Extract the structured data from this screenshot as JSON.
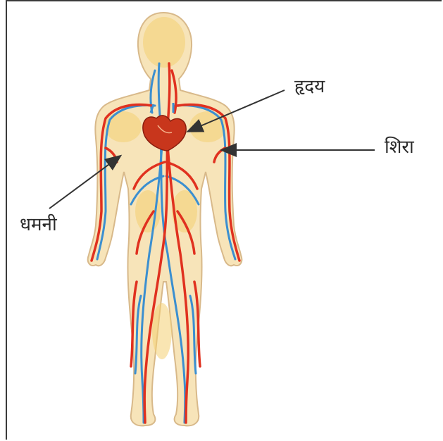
{
  "labels": {
    "heart": "हृदय",
    "vein": "शिरा",
    "artery": "धमनी"
  },
  "colors": {
    "skin": "#f7e4b9",
    "skin_shade": "#f4cf72",
    "outline": "#d8b98a",
    "artery": "#e0311f",
    "vein": "#3b8fd0",
    "heart": "#c8361c",
    "pointer": "#333333"
  }
}
